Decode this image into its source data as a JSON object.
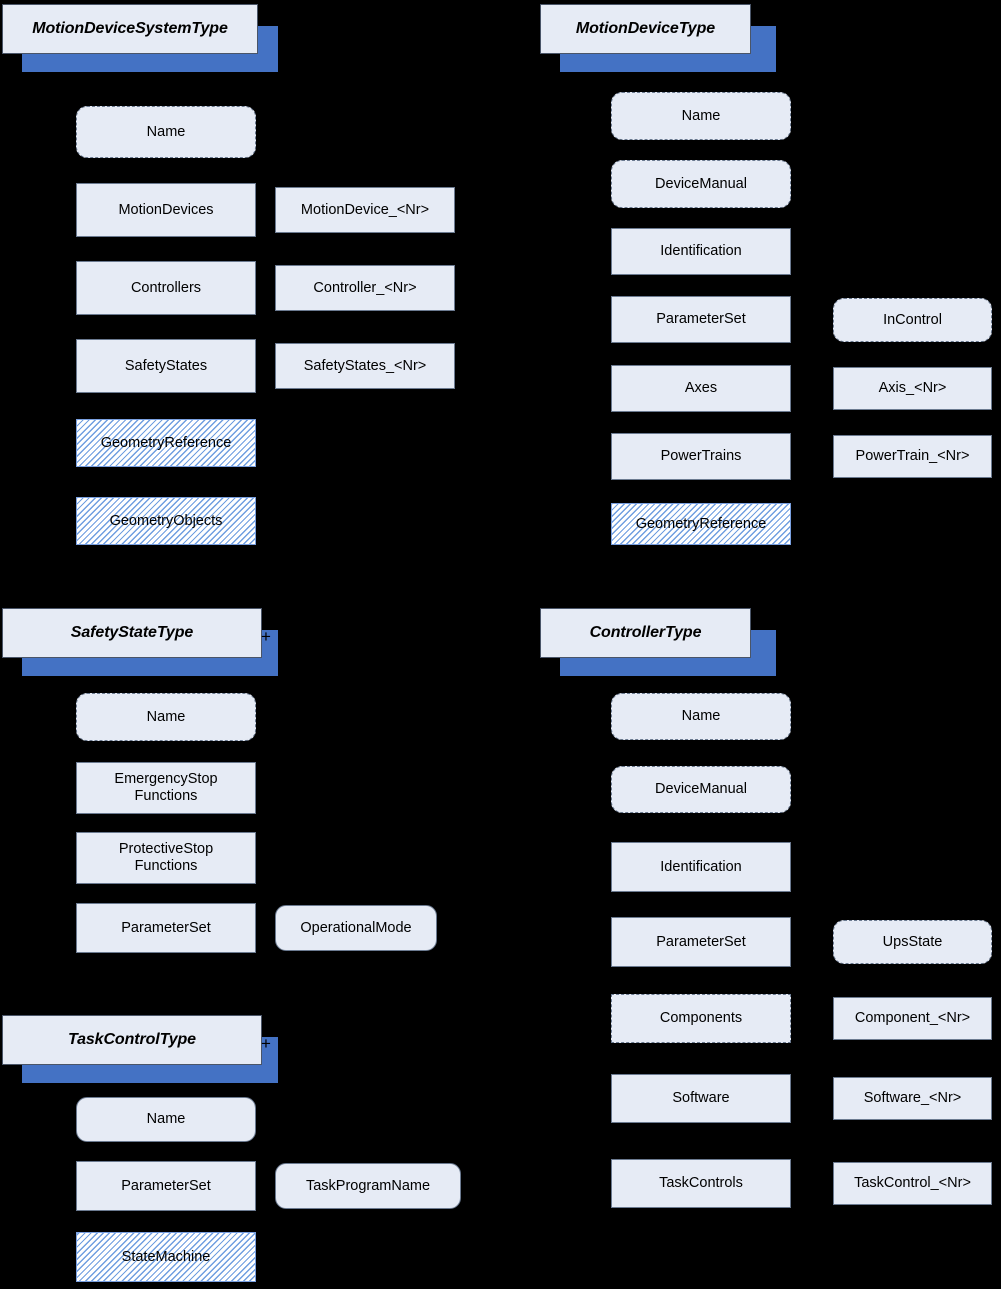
{
  "diagram": {
    "title_style": "UA information model type overview",
    "colors": {
      "node_fill": "#e6ebf5",
      "node_border": "#6b7a90",
      "accent_blue": "#4472c4",
      "hatch_blue": "#6f9ee0",
      "background": "#000000"
    }
  },
  "types": [
    {
      "id": "motion-device-system-type",
      "name": "MotionDeviceSystemType",
      "has_plus": false,
      "nodes": [
        {
          "label": "Name",
          "style": "dashed-round"
        },
        {
          "label": "MotionDevices",
          "style": "solid"
        },
        {
          "label": "MotionDevice_<Nr>",
          "style": "solid"
        },
        {
          "label": "Controllers",
          "style": "solid"
        },
        {
          "label": "Controller_<Nr>",
          "style": "solid"
        },
        {
          "label": "SafetyStates",
          "style": "solid"
        },
        {
          "label": "SafetyStates_<Nr>",
          "style": "solid"
        },
        {
          "label": "GeometryReference",
          "style": "hatch"
        },
        {
          "label": "GeometryObjects",
          "style": "hatch"
        }
      ]
    },
    {
      "id": "motion-device-type",
      "name": "MotionDeviceType",
      "has_plus": false,
      "nodes": [
        {
          "label": "Name",
          "style": "dashed-round"
        },
        {
          "label": "DeviceManual",
          "style": "dashed-round"
        },
        {
          "label": "Identification",
          "style": "solid"
        },
        {
          "label": "ParameterSet",
          "style": "solid"
        },
        {
          "label": "InControl",
          "style": "dashed-round"
        },
        {
          "label": "Axes",
          "style": "solid"
        },
        {
          "label": "Axis_<Nr>",
          "style": "solid"
        },
        {
          "label": "PowerTrains",
          "style": "solid"
        },
        {
          "label": "PowerTrain_<Nr>",
          "style": "solid"
        },
        {
          "label": "GeometryReference",
          "style": "hatch"
        }
      ]
    },
    {
      "id": "safety-state-type",
      "name": "SafetyStateType",
      "has_plus": true,
      "plus_label": "+",
      "nodes": [
        {
          "label": "Name",
          "style": "dashed-round"
        },
        {
          "label": "EmergencyStop\nFunctions",
          "style": "solid"
        },
        {
          "label": "ProtectiveStop\nFunctions",
          "style": "solid"
        },
        {
          "label": "ParameterSet",
          "style": "solid"
        },
        {
          "label": "OperationalMode",
          "style": "solid-round"
        }
      ]
    },
    {
      "id": "controller-type",
      "name": "ControllerType",
      "has_plus": false,
      "nodes": [
        {
          "label": "Name",
          "style": "dashed-round"
        },
        {
          "label": "DeviceManual",
          "style": "dashed-round"
        },
        {
          "label": "Identification",
          "style": "solid"
        },
        {
          "label": "ParameterSet",
          "style": "solid"
        },
        {
          "label": "UpsState",
          "style": "dashed-round"
        },
        {
          "label": "Components",
          "style": "dashed"
        },
        {
          "label": "Component_<Nr>",
          "style": "solid"
        },
        {
          "label": "Software",
          "style": "solid"
        },
        {
          "label": "Software_<Nr>",
          "style": "solid"
        },
        {
          "label": "TaskControls",
          "style": "solid"
        },
        {
          "label": "TaskControl_<Nr>",
          "style": "solid"
        }
      ]
    },
    {
      "id": "task-control-type",
      "name": "TaskControlType",
      "has_plus": true,
      "plus_label": "+",
      "nodes": [
        {
          "label": "Name",
          "style": "solid-round"
        },
        {
          "label": "ParameterSet",
          "style": "solid"
        },
        {
          "label": "TaskProgramName",
          "style": "solid-round"
        },
        {
          "label": "StateMachine",
          "style": "hatch"
        }
      ]
    }
  ]
}
